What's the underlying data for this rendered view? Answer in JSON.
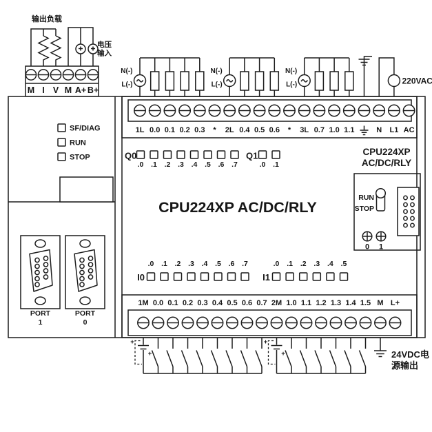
{
  "title_plate": {
    "center_title": "CPU224XP  AC/DC/RLY"
  },
  "top_left_block": {
    "output_load_label": "输出负载",
    "voltage_input_label": [
      "电压",
      "输入"
    ],
    "terminal_labels": [
      "M",
      "I",
      "V",
      "M",
      "A+",
      "B+"
    ]
  },
  "top_wiring": {
    "source_labels": {
      "n": "N(-)",
      "l": "L(-)"
    },
    "ac_supply_label": "220VAC"
  },
  "top_terminal_row": {
    "labels": [
      "1L",
      "0.0",
      "0.1",
      "0.2",
      "0.3",
      "*",
      "2L",
      "0.4",
      "0.5",
      "0.6",
      "*",
      "3L",
      "0.7",
      "1.0",
      "1.1",
      "⏚",
      "N",
      "L1",
      "AC"
    ]
  },
  "status_leds": [
    "SF/DIAG",
    "RUN",
    "STOP"
  ],
  "output_leds": {
    "q0_label": "Q0",
    "q0_bits": [
      ".0",
      ".1",
      ".2",
      ".3",
      ".4",
      ".5",
      ".6",
      ".7"
    ],
    "q1_label": "Q1",
    "q1_bits": [
      ".0",
      ".1"
    ]
  },
  "right_panel": {
    "model": [
      "CPU224XP",
      "AC/DC/RLY"
    ],
    "switch_labels": [
      "RUN",
      "STOP"
    ],
    "pot_labels": [
      "0",
      "1"
    ]
  },
  "ports": {
    "port1": [
      "PORT",
      "1"
    ],
    "port0": [
      "PORT",
      "0"
    ]
  },
  "input_leds": {
    "i0_label": "I0",
    "i0_bits": [
      ".0",
      ".1",
      ".2",
      ".3",
      ".4",
      ".5",
      ".6",
      ".7"
    ],
    "i1_label": "I1",
    "i1_bits": [
      ".0",
      ".1",
      ".2",
      ".3",
      ".4",
      ".5"
    ]
  },
  "bottom_terminal_row": {
    "labels": [
      "1M",
      "0.0",
      "0.1",
      "0.2",
      "0.3",
      "0.4",
      "0.5",
      "0.6",
      "0.7",
      "2M",
      "1.0",
      "1.1",
      "1.2",
      "1.3",
      "1.4",
      "1.5",
      "M",
      "L+"
    ]
  },
  "bottom_wiring": {
    "plus_label": "+",
    "dc_output_label": [
      "24VDC电",
      "源输出"
    ]
  },
  "colors": {
    "line": "#1c1c1c",
    "background": "#ffffff"
  }
}
